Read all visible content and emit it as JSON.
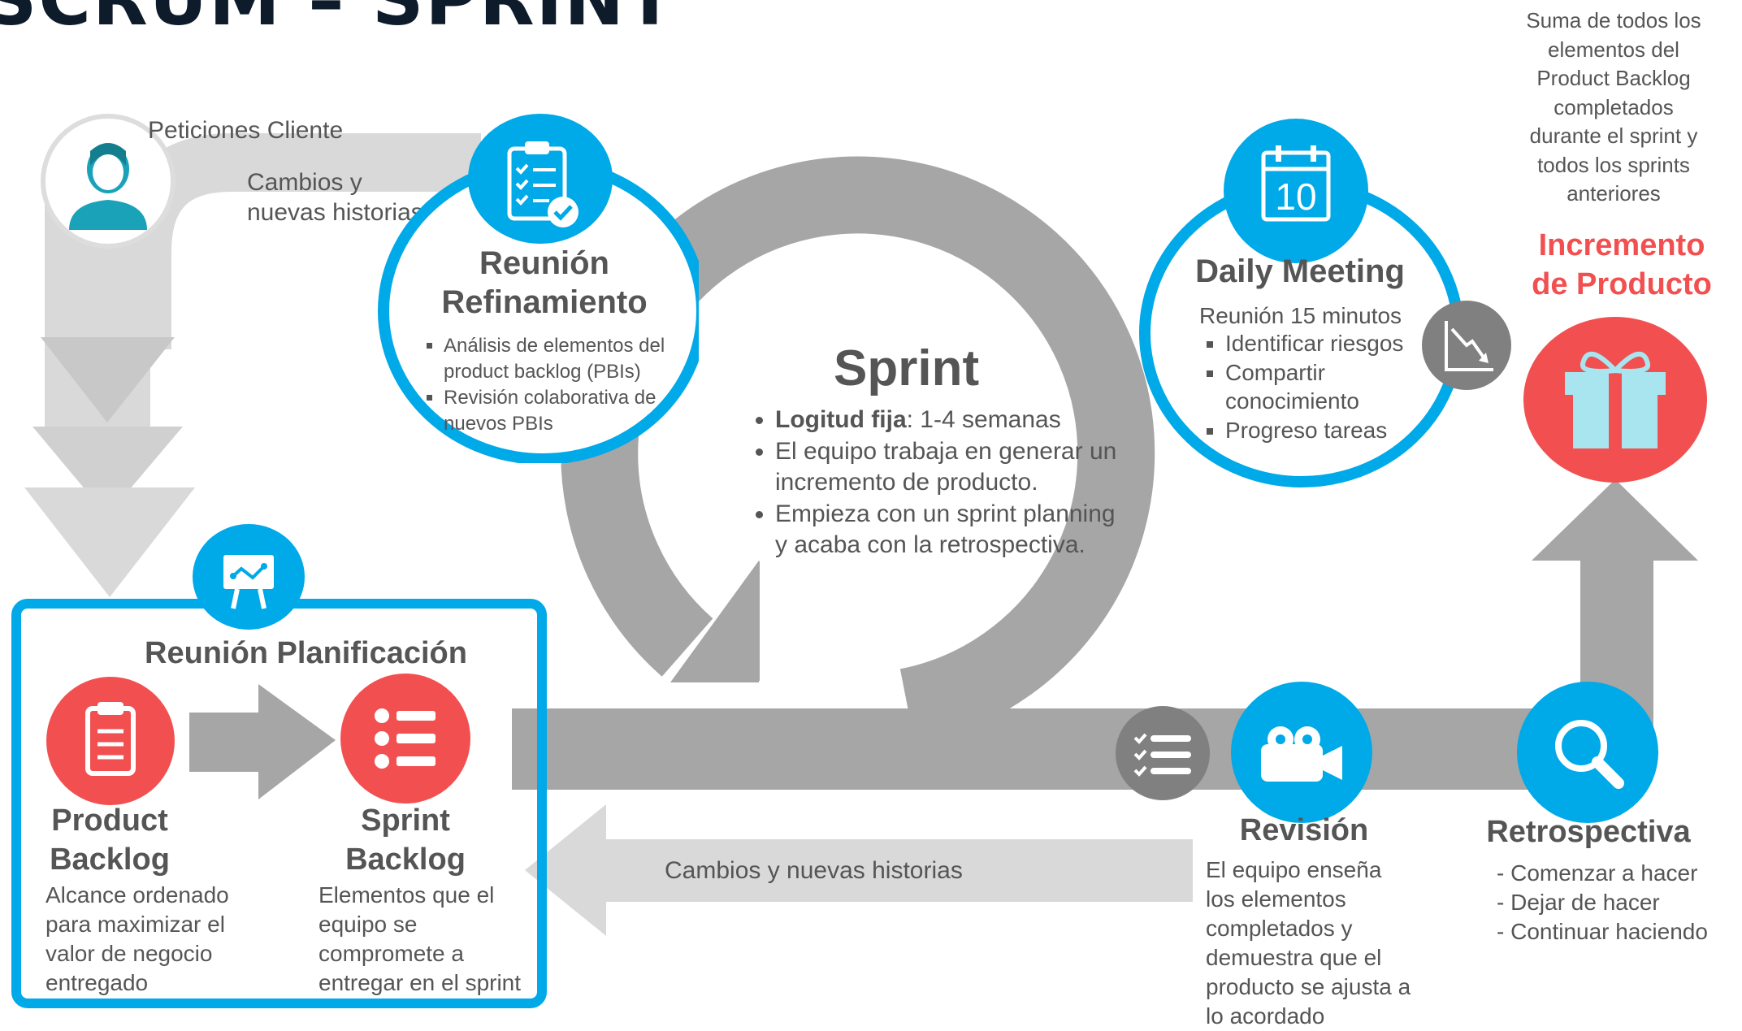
{
  "title": "SCRUM – SPRINT",
  "colors": {
    "blue": "#00a9e8",
    "red": "#f25050",
    "gray": "#a6a6a6",
    "light_gray": "#d9d9d9",
    "dark_gray": "#808080",
    "gift_box": "#a9e5ef"
  },
  "client": {
    "label": "Peticiones Cliente",
    "changes": [
      "Cambios y",
      "nuevas historias"
    ],
    "icon": "user-icon"
  },
  "refinement": {
    "title": [
      "Reunión",
      "Refinamiento"
    ],
    "items": [
      "Análisis de elementos del product backlog (PBIs)",
      "Revisión colaborativa de nuevos PBIs"
    ],
    "icon": "clipboard-checklist-icon"
  },
  "sprint": {
    "title": "Sprint",
    "items": [
      {
        "bold": "Logitud fija",
        "text": ": 1-4 semanas"
      },
      {
        "bold": "",
        "text": "El equipo trabaja en generar un incremento de producto."
      },
      {
        "bold": "",
        "text": "Empieza con un sprint planning y acaba con la retrospectiva."
      }
    ]
  },
  "daily": {
    "title": "Daily Meeting",
    "subtitle": "Reunión 15 minutos",
    "items": [
      "Identificar riesgos",
      "Compartir conocimiento",
      "Progreso tareas"
    ],
    "calendar_day": "10",
    "icon": "calendar-icon",
    "burndown_icon": "burndown-chart-icon"
  },
  "increment": {
    "description": [
      "Suma de todos los",
      "elementos del",
      "Product Backlog",
      "completados",
      "durante el sprint y",
      "todos los sprints",
      "anteriores"
    ],
    "title": [
      "Incremento",
      "de Producto"
    ],
    "icon": "gift-icon"
  },
  "planning": {
    "title": "Reunión Planificación",
    "icon": "presentation-board-icon",
    "product_backlog": {
      "title": [
        "Product",
        "Backlog"
      ],
      "description": [
        "Alcance ordenado",
        "para maximizar el",
        "valor de negocio",
        "entregado"
      ],
      "icon": "clipboard-icon"
    },
    "sprint_backlog": {
      "title": [
        "Sprint",
        "Backlog"
      ],
      "description": [
        "Elementos que el",
        "equipo se",
        "compromete a",
        "entregar en el sprint"
      ],
      "icon": "list-icon"
    }
  },
  "feedback": {
    "label": "Cambios y nuevas historias"
  },
  "review": {
    "title": "Revisión",
    "description": [
      "El equipo enseña",
      "los elementos",
      "completados y",
      "demuestra que el",
      "producto se ajusta a",
      "lo acordado"
    ],
    "icon": "video-camera-icon",
    "checklist_icon": "checklist-icon"
  },
  "retro": {
    "title": "Retrospectiva",
    "items": [
      "- Comenzar a hacer",
      "- Dejar de hacer",
      "- Continuar haciendo"
    ],
    "icon": "magnifier-icon"
  }
}
